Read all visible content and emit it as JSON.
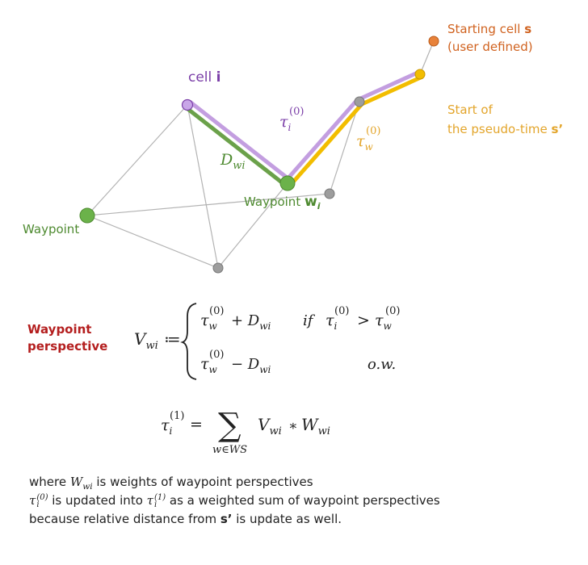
{
  "diagram": {
    "labels": {
      "cell_i_prefix": "cell ",
      "cell_i_var": "i",
      "starting_cell_line1_prefix": "Starting cell ",
      "starting_cell_var": "s",
      "starting_cell_line2": "(user defined)",
      "start_of": "Start of",
      "pseudo_time_prefix": "the pseudo-time ",
      "pseudo_time_var": "s’",
      "waypoint_left": "Waypoint",
      "waypoint_wi_prefix": "Waypoint ",
      "waypoint_wi_var": "w",
      "waypoint_wi_sub": "i",
      "tau_symbol": "τ",
      "tau_i_sub": "i",
      "tau_i_sup": "(0)",
      "tau_w_sub": "w",
      "tau_w_sup": "(0)",
      "D_symbol": "D",
      "D_sub": "wi"
    },
    "colors": {
      "edge": "#b3b3b3",
      "purple_path": "#c39ee0",
      "green_path": "#6ba14a",
      "yellow_path": "#f2bd00",
      "green_node": "#6bb24a",
      "gray_node": "#9d9d9d",
      "purple_node": "#c9a6e8",
      "orange_node": "#e8823a",
      "yellow_node": "#f2bd00",
      "purple_text": "#7b3fa8",
      "green_text": "#4e8a30",
      "orange_text": "#d0621f",
      "gold_text": "#e3a52b",
      "red_text": "#b41e1e"
    }
  },
  "equations": {
    "perspective_line1": "Waypoint",
    "perspective_line2": "perspective",
    "V": "V",
    "V_sub": "wi",
    "defeq": "≔",
    "tau": "τ",
    "w": "w",
    "i": "i",
    "sup0": "(0)",
    "sup1": "(1)",
    "plus_D": "+ D",
    "minus_D": "− D",
    "D_sub": "wi",
    "if": "if",
    "gt": ">",
    "ow": "o.w.",
    "eq": "=",
    "sum": "∑",
    "sum_sub": "w∈WS",
    "times": "∗",
    "W": "W",
    "W_sub": "wi"
  },
  "notes": {
    "line1_pre": "where ",
    "line1_var": "W",
    "line1_sub": "wi",
    "line1_post": " is weights of waypoint perspectives",
    "line2_tau": "τ",
    "line2_sub": "i",
    "line2_sup0": "(0)",
    "line2_mid": " is updated into ",
    "line2_sup1": "(1)",
    "line2_post": " as a weighted sum of waypoint perspectives",
    "line3_pre": "because relative distance from ",
    "line3_bold": "s’",
    "line3_post": " is update as well."
  }
}
